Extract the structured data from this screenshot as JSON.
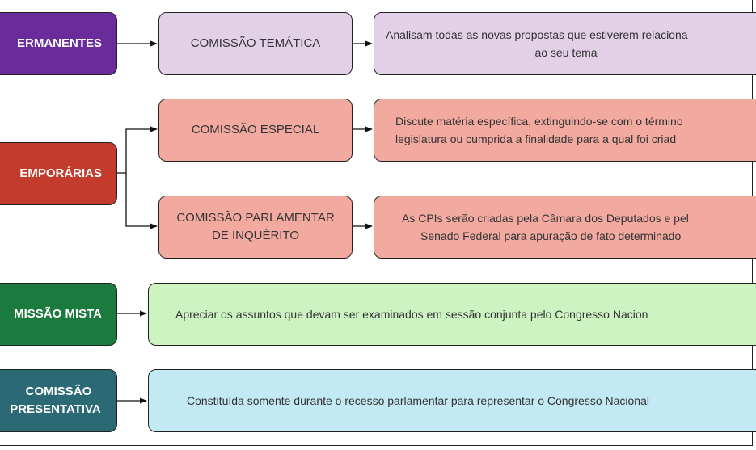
{
  "colors": {
    "permanentes": "#6b2c9b",
    "temporarias": "#c23b2c",
    "mista": "#1b7a3e",
    "representativa": "#2b6a74",
    "lavender": "#e1d0e6",
    "salmon": "#f2aaa0",
    "mint": "#cdf3c3",
    "sky": "#c3e9f4"
  },
  "categories": {
    "permanentes": "ERMANENTES",
    "temporarias": "EMPORÁRIAS",
    "mista": "MISSÃO MISTA",
    "representativa": [
      "COMISSÃO",
      "PRESENTATIVA"
    ]
  },
  "commissions": {
    "tematica": "COMISSÃO TEMÁTICA",
    "especial": "COMISSÃO ESPECIAL",
    "cpi": [
      "COMISSÃO PARLAMENTAR",
      "DE INQUÉRITO"
    ]
  },
  "descriptions": {
    "tematica": [
      "Analisam todas as novas propostas que estiverem relaciona",
      "ao seu tema"
    ],
    "especial": [
      "Discute matéria específica, extinguindo-se com o término",
      "legislatura ou cumprida a finalidade para a qual foi criad"
    ],
    "cpi": [
      "As CPIs serão criadas pela Câmara dos Deputados e pel",
      "Senado Federal para apuração de fato determinado"
    ],
    "mista": "Apreciar os assuntos que devam ser examinados em sessão conjunta pelo Congresso Nacion",
    "representativa": "Constituída somente durante o recesso parlamentar para representar o Congresso Nacional"
  }
}
